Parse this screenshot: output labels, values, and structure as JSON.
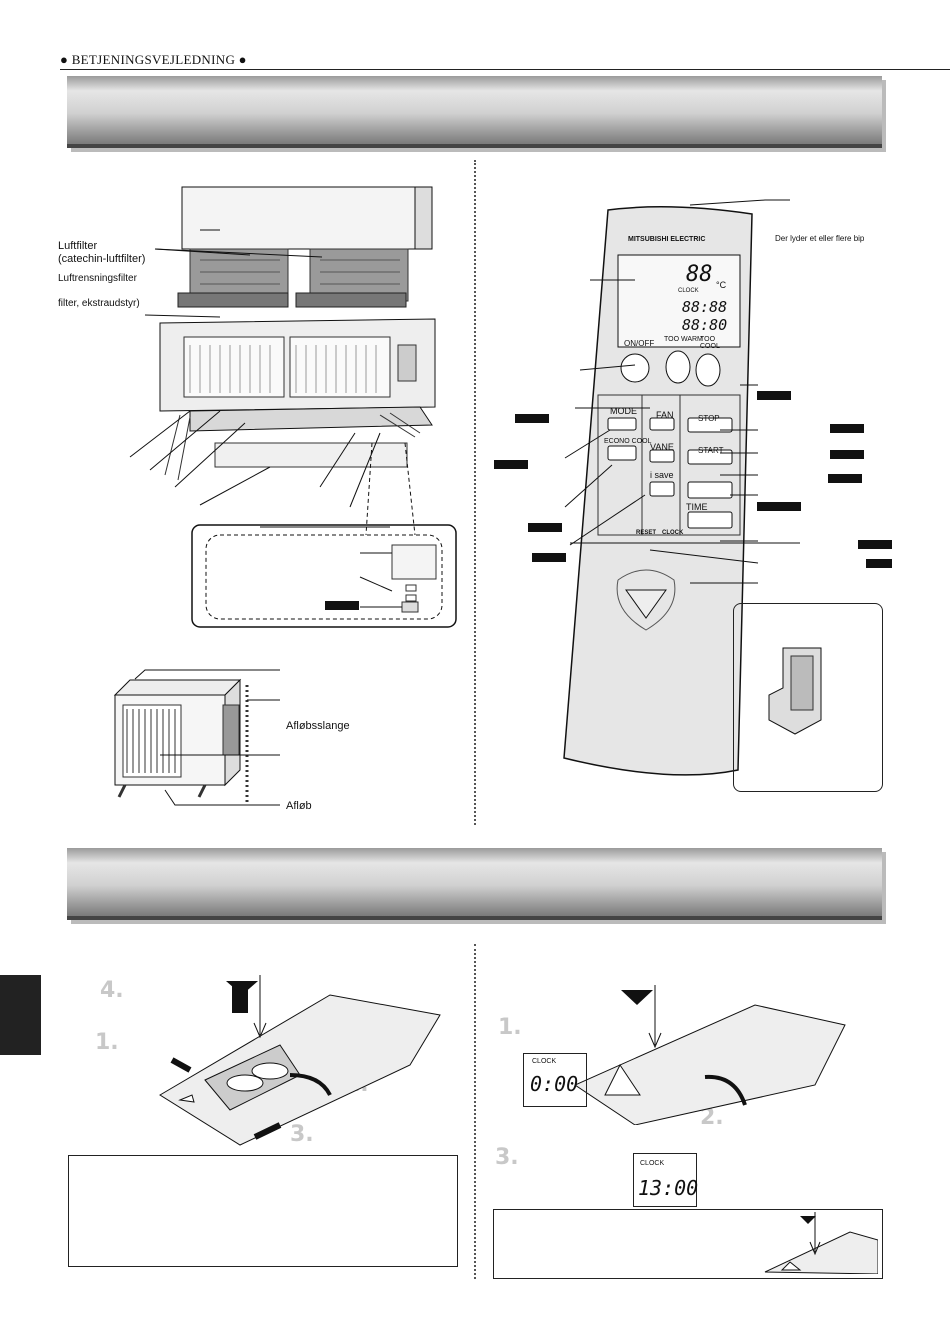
{
  "header": {
    "title": "● BETJENINGSVEJLEDNING ●"
  },
  "indoor_labels": {
    "air_filter": "Luftfilter",
    "air_filter_sub": "(catechin-luftfilter)",
    "air_clean_filter": "Luftrensningsfilter",
    "air_clean_filter_sub": "filter, ekstraudstyr)"
  },
  "outdoor_labels": {
    "drain_hose": "Afløbsslange",
    "drain": "Afløb"
  },
  "remote": {
    "beep_note": "Der lyder et eller flere bip",
    "brand": "MITSUBISHI ELECTRIC",
    "display_temp": "88",
    "display_unit": "°C",
    "display_clock": "CLOCK",
    "display_time1": "88:88",
    "display_time2": "88:80",
    "buttons": {
      "on_off": "ON/OFF",
      "too_warm": "TOO WARM",
      "too_cool": "TOO COOL",
      "mode": "MODE",
      "fan": "FAN",
      "stop": "STOP",
      "econo_cool": "ECONO COOL",
      "vane": "VANE",
      "start": "START",
      "isave": "i save",
      "time": "TIME",
      "reset": "RESET",
      "clock": "CLOCK"
    }
  },
  "steps_left": [
    "4.",
    "1.",
    "2.",
    "3."
  ],
  "steps_right": [
    "1.",
    "2.",
    "3."
  ],
  "clock_panel": {
    "label1": "CLOCK",
    "time1": "0:00",
    "label2": "CLOCK",
    "time2": "13:00"
  }
}
